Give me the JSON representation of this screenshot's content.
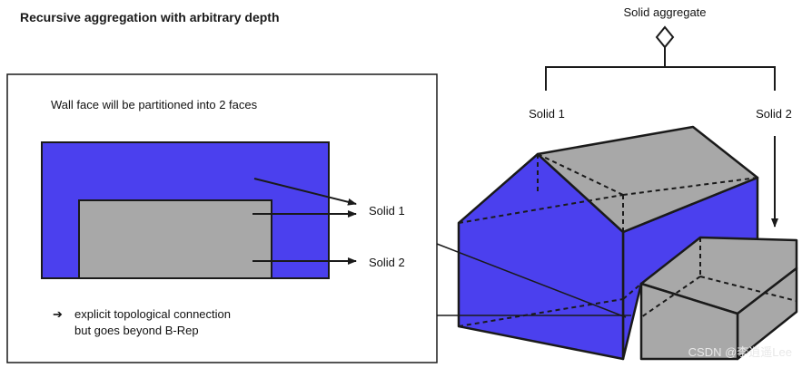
{
  "title": "Recursive aggregation with arbitrary depth",
  "aggregate_label": "Solid aggregate",
  "tree": {
    "solid1_label": "Solid 1",
    "solid2_label": "Solid 2"
  },
  "detail": {
    "caption": "Wall face will be partitioned into 2 faces",
    "arrow_solid1": "Solid 1",
    "arrow_solid1b": "Solid 1",
    "arrow_solid2": "Solid 2",
    "bullet": "➔",
    "note_line1": "explicit topological connection",
    "note_line2": "but goes beyond B-Rep"
  },
  "watermark": "CSDN @李逍遥Lee",
  "colors": {
    "blue_face": "#4b40ee",
    "gray_face": "#a8a8a8",
    "stroke": "#1a1a1a"
  }
}
